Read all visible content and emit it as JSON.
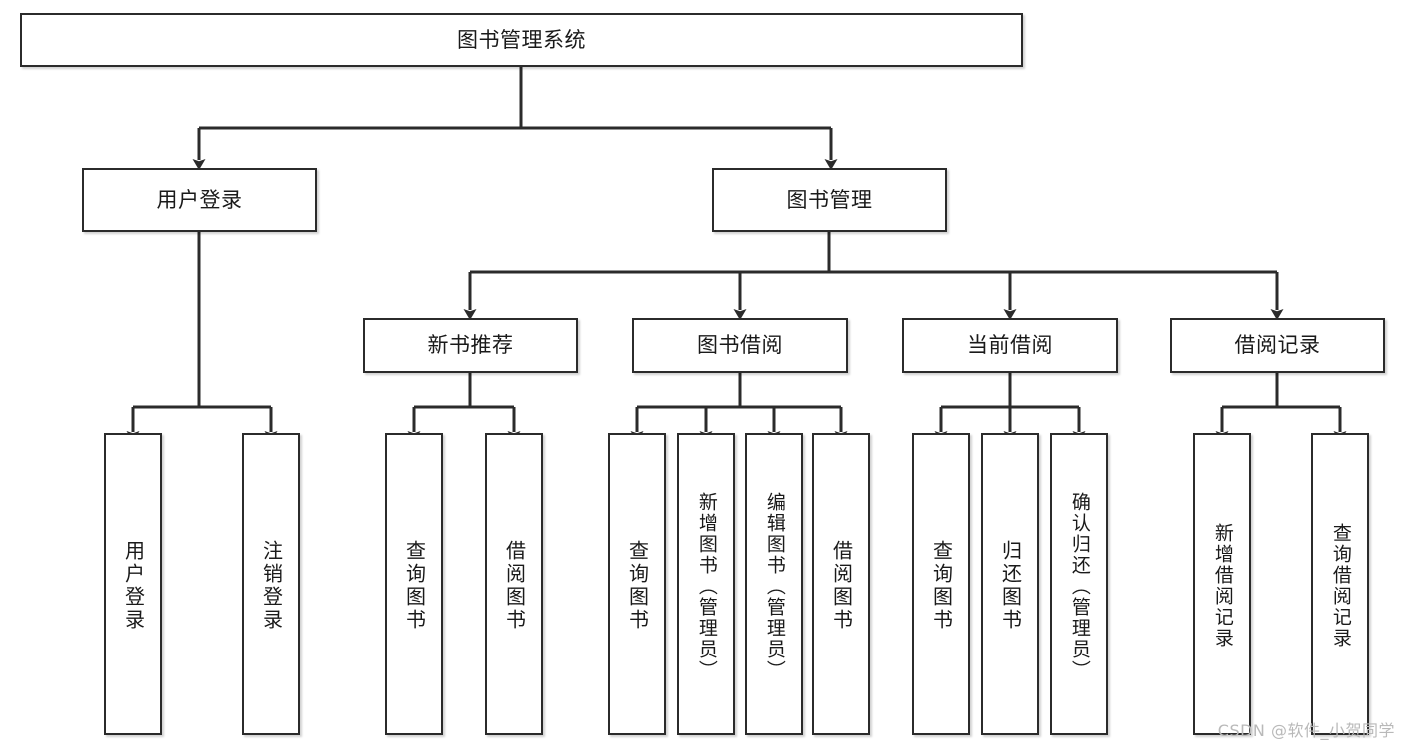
{
  "diagram": {
    "type": "tree",
    "title": "图书管理系统",
    "orientation": "top-down",
    "edge_color": "#2b2b2b",
    "node_border_color": "#2b2b2b",
    "node_fill_color": "#ffffff",
    "text_color": "#1a1a1a"
  },
  "nodes": {
    "root": {
      "label": "图书管理系统"
    },
    "level2": [
      {
        "id": "user-login",
        "label": "用户登录"
      },
      {
        "id": "book-manage",
        "label": "图书管理"
      }
    ],
    "level3": [
      {
        "id": "new-book-recommend",
        "label": "新书推荐"
      },
      {
        "id": "book-borrow",
        "label": "图书借阅"
      },
      {
        "id": "current-borrow",
        "label": "当前借阅"
      },
      {
        "id": "borrow-record",
        "label": "借阅记录"
      }
    ],
    "leaves": {
      "user_login": [
        {
          "id": "leaf-user-login",
          "label": "用户登录"
        },
        {
          "id": "leaf-logout",
          "label": "注销登录"
        }
      ],
      "new_book_recommend": [
        {
          "id": "leaf-query-book-1",
          "label": "查询图书"
        },
        {
          "id": "leaf-borrow-book-1",
          "label": "借阅图书"
        }
      ],
      "book_borrow": [
        {
          "id": "leaf-query-book-2",
          "label": "查询图书"
        },
        {
          "id": "leaf-add-book",
          "label": "新增图书（管理员）"
        },
        {
          "id": "leaf-edit-book",
          "label": "编辑图书（管理员）"
        },
        {
          "id": "leaf-borrow-book-2",
          "label": "借阅图书"
        }
      ],
      "current_borrow": [
        {
          "id": "leaf-query-book-3",
          "label": "查询图书"
        },
        {
          "id": "leaf-return-book",
          "label": "归还图书"
        },
        {
          "id": "leaf-confirm-return",
          "label": "确认归还（管理员）"
        }
      ],
      "borrow_record": [
        {
          "id": "leaf-add-record",
          "label": "新增借阅记录"
        },
        {
          "id": "leaf-query-record",
          "label": "查询借阅记录"
        }
      ]
    }
  },
  "watermark": {
    "text": "CSDN @软件_小贺同学"
  }
}
